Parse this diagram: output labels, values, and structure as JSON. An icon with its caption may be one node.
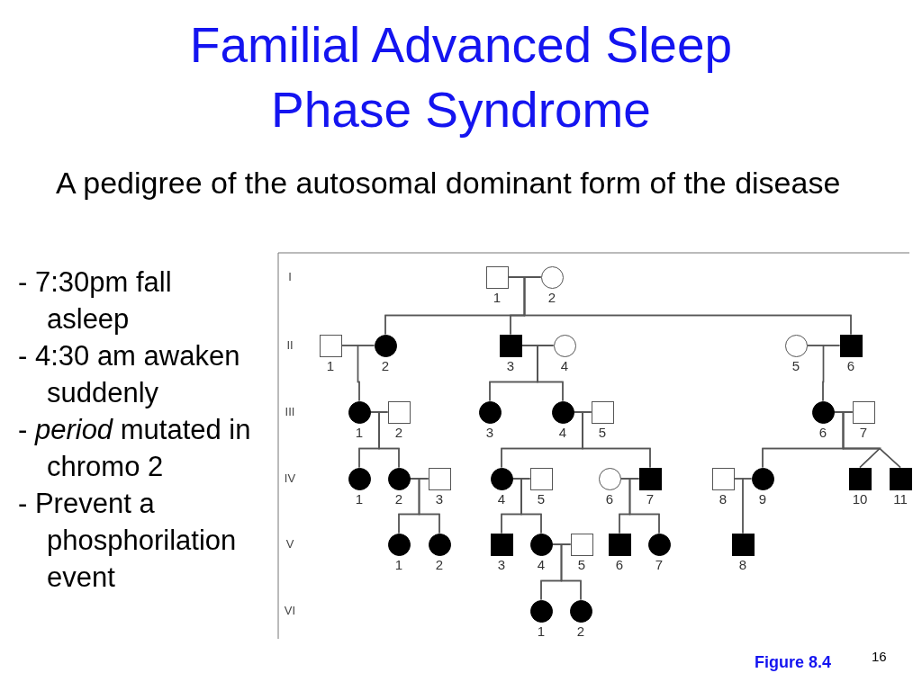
{
  "diagram": {
    "title": "Familial Advanced Sleep Phase Syndrome",
    "nodes": [
      {
        "text": [],
        "shape": "box",
        "beside": [
          "1"
        ]
      },
      {
        "text": [],
        "shape": "circle",
        "beside": [
          "2"
        ]
      },
      {
        "text": [],
        "shape": "box",
        "beside": [
          "1"
        ]
      },
      {
        "text": [],
        "shape": "disc",
        "beside": [
          "2"
        ]
      },
      {
        "text": [],
        "shape": "block",
        "beside": [
          "3"
        ]
      },
      {
        "text": [],
        "shape": "circle",
        "beside": [
          "4"
        ]
      },
      {
        "text": [],
        "shape": "circle",
        "beside": [
          "5"
        ]
      },
      {
        "text": [],
        "shape": "block",
        "beside": [
          "6"
        ]
      },
      {
        "text": [],
        "shape": "disc",
        "beside": [
          "1"
        ]
      },
      {
        "text": [],
        "shape": "box",
        "beside": [
          "2"
        ]
      },
      {
        "text": [],
        "shape": "disc",
        "beside": [
          "3"
        ]
      },
      {
        "text": [],
        "shape": "disc",
        "beside": [
          "4"
        ]
      },
      {
        "text": [],
        "shape": "box",
        "beside": [
          "5"
        ]
      },
      {
        "text": [],
        "shape": "disc",
        "beside": [
          "6"
        ]
      },
      {
        "text": [],
        "shape": "box",
        "beside": [
          "7"
        ]
      },
      {
        "text": [],
        "shape": "disc",
        "beside": [
          "1"
        ]
      },
      {
        "text": [],
        "shape": "disc",
        "beside": [
          "2"
        ]
      },
      {
        "text": [],
        "shape": "box",
        "beside": [
          "3"
        ]
      },
      {
        "text": [],
        "shape": "disc",
        "beside": [
          "4"
        ]
      },
      {
        "text": [],
        "shape": "box",
        "beside": [
          "5"
        ]
      },
      {
        "text": [],
        "shape": "circle",
        "beside": [
          "6"
        ]
      },
      {
        "text": [],
        "shape": "block",
        "beside": [
          "7"
        ]
      },
      {
        "text": [],
        "shape": "box",
        "beside": [
          "8"
        ]
      },
      {
        "text": [],
        "shape": "disc",
        "beside": [
          "9"
        ]
      },
      {
        "text": [],
        "shape": "block",
        "beside": [
          "10"
        ]
      },
      {
        "text": [],
        "shape": "block",
        "beside": [
          "11"
        ]
      },
      {
        "text": [],
        "shape": "disc",
        "beside": [
          "1"
        ]
      },
      {
        "text": [],
        "shape": "disc",
        "beside": [
          "2"
        ]
      },
      {
        "text": [],
        "shape": "block",
        "beside": [
          "3"
        ]
      },
      {
        "text": [],
        "shape": "disc",
        "beside": [
          "4"
        ]
      },
      {
        "text": [],
        "shape": "box",
        "beside": [
          "5"
        ]
      },
      {
        "text": [],
        "shape": "block",
        "beside": [
          "6"
        ]
      },
      {
        "text": [],
        "shape": "disc",
        "beside": [
          "7"
        ]
      },
      {
        "text": [],
        "shape": "block",
        "beside": [
          "8"
        ]
      },
      {
        "text": [],
        "shape": "disc",
        "beside": [
          "1"
        ]
      },
      {
        "text": [],
        "shape": "disc",
        "beside": [
          "2"
        ]
      }
    ],
    "edges": [
      {
        "from": 0,
        "to": 1,
        "arrow": "none"
      },
      {
        "from": 2,
        "to": 3,
        "arrow": "none"
      },
      {
        "from": 4,
        "to": 5,
        "arrow": "none"
      },
      {
        "from": 6,
        "to": 7,
        "arrow": "none"
      },
      {
        "from": 8,
        "to": 9,
        "arrow": "none"
      },
      {
        "from": 11,
        "to": 12,
        "arrow": "none"
      },
      {
        "from": 13,
        "to": 14,
        "arrow": "none"
      },
      {
        "from": 16,
        "to": 17,
        "arrow": "none"
      },
      {
        "from": 18,
        "to": 19,
        "arrow": "none"
      },
      {
        "from": 20,
        "to": 21,
        "arrow": "none"
      },
      {
        "from": 22,
        "to": 23,
        "arrow": "none"
      },
      {
        "from": 29,
        "to": 30,
        "arrow": "none"
      },
      {
        "from": 0,
        "to": 3,
        "arrow": "none"
      },
      {
        "from": 1,
        "to": 3,
        "arrow": "none"
      },
      {
        "from": 0,
        "to": 4,
        "arrow": "none"
      },
      {
        "from": 1,
        "to": 4,
        "arrow": "none"
      },
      {
        "from": 0,
        "to": 7,
        "arrow": "none"
      },
      {
        "from": 1,
        "to": 7,
        "arrow": "none"
      },
      {
        "from": 2,
        "to": 8,
        "arrow": "none"
      },
      {
        "from": 3,
        "to": 8,
        "arrow": "none"
      },
      {
        "from": 4,
        "to": 10,
        "arrow": "none"
      },
      {
        "from": 5,
        "to": 10,
        "arrow": "none"
      },
      {
        "from": 4,
        "to": 11,
        "arrow": "none"
      },
      {
        "from": 5,
        "to": 11,
        "arrow": "none"
      },
      {
        "from": 6,
        "to": 13,
        "arrow": "none"
      },
      {
        "from": 7,
        "to": 13,
        "arrow": "none"
      },
      {
        "from": 8,
        "to": 15,
        "arrow": "none"
      },
      {
        "from": 9,
        "to": 15,
        "arrow": "none"
      },
      {
        "from": 8,
        "to": 16,
        "arrow": "none"
      },
      {
        "from": 9,
        "to": 16,
        "arrow": "none"
      },
      {
        "from": 11,
        "to": 18,
        "arrow": "none"
      },
      {
        "from": 12,
        "to": 18,
        "arrow": "none"
      },
      {
        "from": 11,
        "to": 21,
        "arrow": "none"
      },
      {
        "from": 12,
        "to": 21,
        "arrow": "none"
      },
      {
        "from": 13,
        "to": 23,
        "arrow": "none"
      },
      {
        "from": 14,
        "to": 23,
        "arrow": "none"
      },
      {
        "from": 13,
        "to": 24,
        "arrow": "none"
      },
      {
        "from": 14,
        "to": 24,
        "arrow": "none"
      },
      {
        "from": 13,
        "to": 25,
        "arrow": "none"
      },
      {
        "from": 14,
        "to": 25,
        "arrow": "none"
      },
      {
        "from": 16,
        "to": 26,
        "arrow": "none"
      },
      {
        "from": 17,
        "to": 26,
        "arrow": "none"
      },
      {
        "from": 16,
        "to": 27,
        "arrow": "none"
      },
      {
        "from": 17,
        "to": 27,
        "arrow": "none"
      },
      {
        "from": 18,
        "to": 28,
        "arrow": "none"
      },
      {
        "from": 19,
        "to": 28,
        "arrow": "none"
      },
      {
        "from": 18,
        "to": 29,
        "arrow": "none"
      },
      {
        "from": 19,
        "to": 29,
        "arrow": "none"
      },
      {
        "from": 20,
        "to": 31,
        "arrow": "none"
      },
      {
        "from": 21,
        "to": 31,
        "arrow": "none"
      },
      {
        "from": 20,
        "to": 32,
        "arrow": "none"
      },
      {
        "from": 21,
        "to": 32,
        "arrow": "none"
      },
      {
        "from": 22,
        "to": 33,
        "arrow": "none"
      },
      {
        "from": 23,
        "to": 33,
        "arrow": "none"
      },
      {
        "from": 29,
        "to": 34,
        "arrow": "none"
      },
      {
        "from": 30,
        "to": 34,
        "arrow": "none"
      },
      {
        "from": 29,
        "to": 35,
        "arrow": "none"
      },
      {
        "from": 30,
        "to": 35,
        "arrow": "none"
      }
    ],
    "labels": [
      "A pedigree of the autosomal dominant form of the disease",
      "- 7:30pm fall asleep",
      "- 4:30 am awaken suddenly",
      "- *period* mutated in chromo 2",
      "- Prevent a phosphorilation event",
      "I",
      "II",
      "III",
      "IV",
      "V",
      "VI",
      "Figure 8.4",
      "16"
    ]
  }
}
